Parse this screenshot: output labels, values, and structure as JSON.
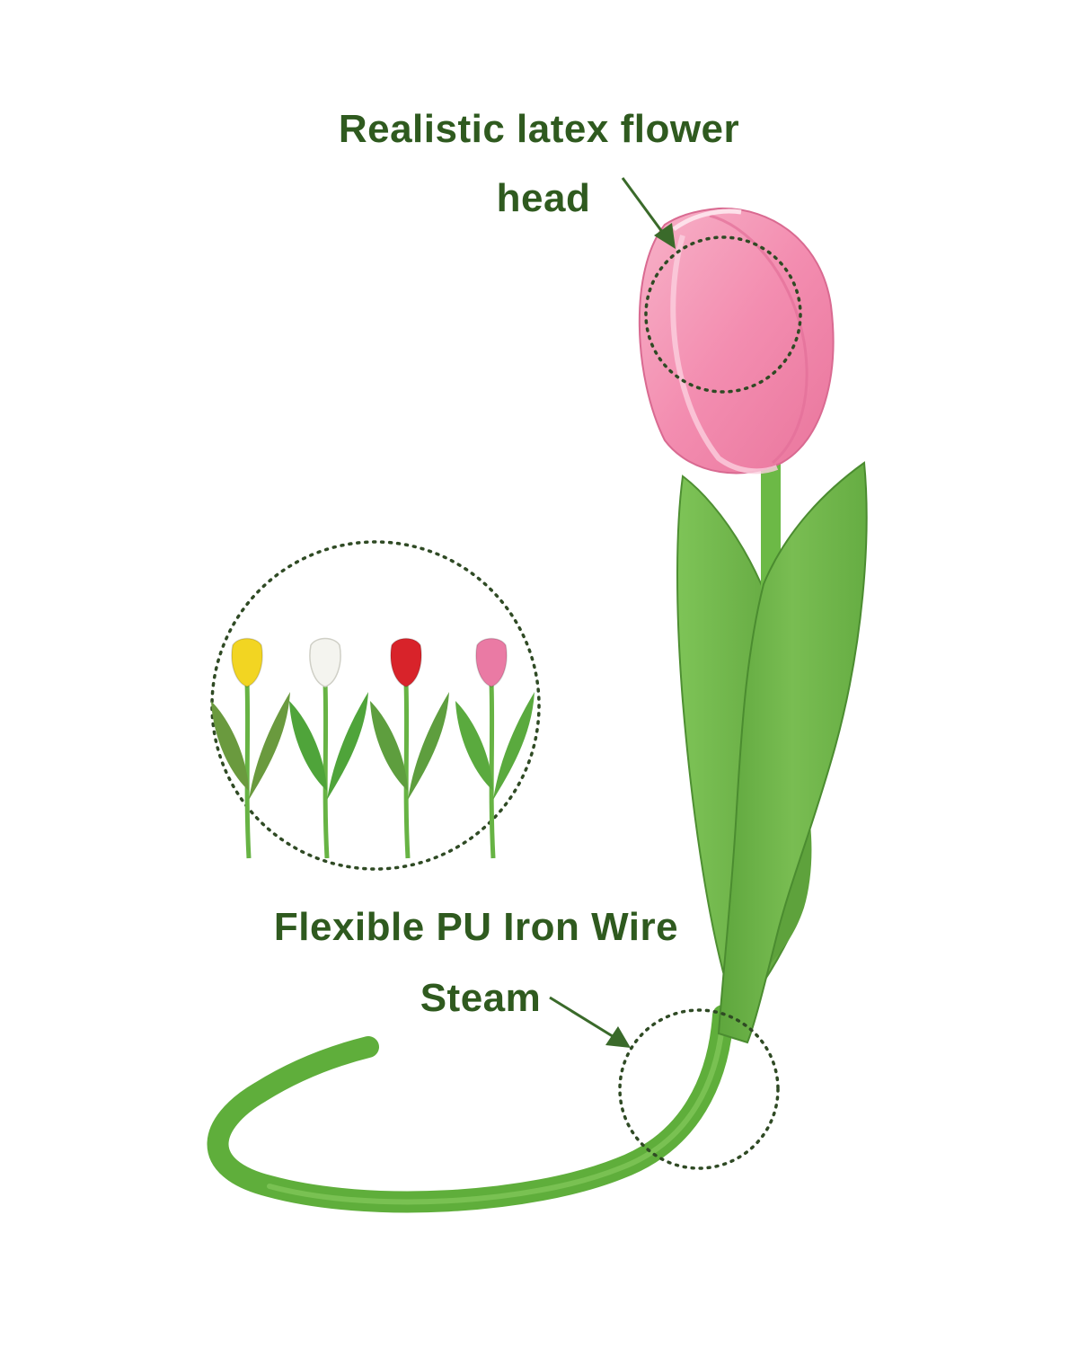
{
  "callouts": {
    "flower_head": {
      "line1": "Realistic latex flower",
      "line2": "head"
    },
    "stem": {
      "line1": "Flexible PU Iron Wire",
      "line2": "Steam"
    }
  },
  "colors": {
    "label_text": "#2f5a1f",
    "arrow": "#3a6a2a",
    "dotted_circle": "#2f4a24",
    "petal_pink": "#f28fb0",
    "leaf_green": "#6fb24a",
    "stem_green": "#64b33f",
    "yellow_tulip": "#f2d522",
    "white_tulip": "#f4f4ef",
    "red_tulip": "#d8232a",
    "pink_tulip": "#ea7aa4"
  },
  "variants": [
    {
      "name": "yellow",
      "color_key": "yellow_tulip"
    },
    {
      "name": "white",
      "color_key": "white_tulip"
    },
    {
      "name": "red",
      "color_key": "red_tulip"
    },
    {
      "name": "pink",
      "color_key": "pink_tulip"
    }
  ]
}
